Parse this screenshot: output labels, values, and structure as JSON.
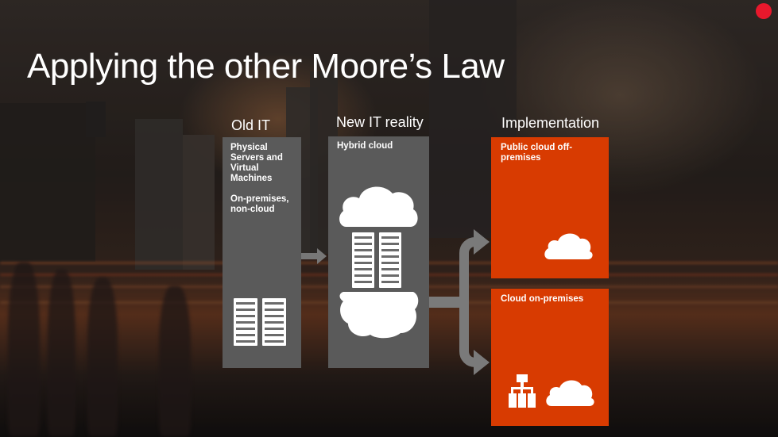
{
  "slide": {
    "title": "Applying the other Moore’s Law"
  },
  "columns": {
    "old_it": {
      "heading": "Old IT",
      "text1": "Physical Servers and Virtual Machines",
      "text2": "On-premises, non-cloud"
    },
    "new_it": {
      "heading": "New IT reality",
      "text1": "Hybrid cloud"
    },
    "implementation": {
      "heading": "Implementation",
      "public_cloud": "Public cloud off-premises",
      "cloud_on_prem": "Cloud on-premises"
    }
  },
  "colors": {
    "orange_tile": "#d83b01",
    "gray_panel": "#5a5a5a",
    "recording_dot": "#e8182c"
  },
  "icons": [
    "cloud-icon",
    "server-rack-icon",
    "network-icon",
    "arrow-icon",
    "branch-arrow-icon"
  ]
}
